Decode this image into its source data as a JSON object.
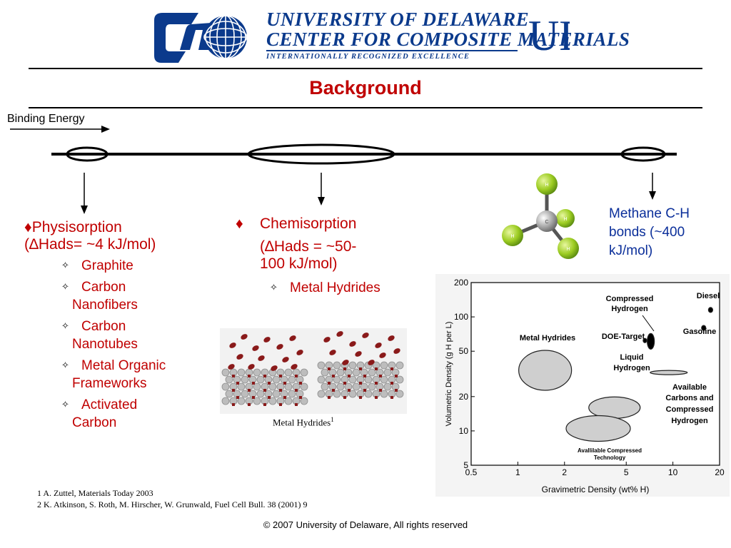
{
  "header": {
    "university_line": "UNIVERSITY OF DELAWARE",
    "center_line": "CENTER FOR COMPOSITE MATERIALS",
    "tagline": "INTERNATIONALLY RECOGNIZED EXCELLENCE",
    "ud_logo": "UD"
  },
  "title": "Background",
  "binding_energy_label": "Binding Energy",
  "physisorption": {
    "bullet": "♦",
    "heading": "Physisorption",
    "subheading": "(∆Hads= ~4 kJ/mol)",
    "items": [
      {
        "line1": "Graphite",
        "line2": ""
      },
      {
        "line1": "Carbon",
        "line2": "Nanofibers"
      },
      {
        "line1": "Carbon",
        "line2": "Nanotubes"
      },
      {
        "line1": "Metal Organic",
        "line2": "Frameworks"
      },
      {
        "line1": "Activated",
        "line2": "Carbon"
      }
    ]
  },
  "chemisorption": {
    "bullet": "♦",
    "heading": "Chemisorption",
    "sub1": "(∆Hads = ~50-",
    "sub2": "100 kJ/mol)",
    "items": [
      "Metal Hydrides"
    ]
  },
  "item_marker": "✧",
  "methane": {
    "line1": "Methane C-H",
    "line2": "bonds (~400",
    "line3": "kJ/mol)",
    "atom_h": "H",
    "atom_c": "C"
  },
  "metal_hydrides_caption": "Metal Hydrides",
  "metal_hydrides_caption_sup": "1",
  "chart_data": {
    "type": "scatter",
    "title": "",
    "xlabel": "Gravimetric Density (wt% H)",
    "ylabel": "Volumetric Density (g H per L)",
    "x_scale": "log",
    "y_scale": "log",
    "xlim": [
      0.5,
      20
    ],
    "ylim": [
      5,
      200
    ],
    "x_ticks": [
      "0.5",
      "1",
      "2",
      "5",
      "10",
      "20"
    ],
    "y_ticks": [
      "200",
      "100",
      "50",
      "20",
      "10",
      "5"
    ],
    "regions": [
      {
        "label": "Metal Hydrides",
        "x": 1.5,
        "y": 34
      },
      {
        "label": "DOE-Target",
        "x": 7.2,
        "y": 61
      },
      {
        "label": "Liquid Hydrogen",
        "x": 9.4,
        "y": 32.5
      },
      {
        "label": "Available Carbons and Compressed Hydrogen",
        "x": 4.2,
        "y": 16
      },
      {
        "label": "Avallilable Compressed Technology",
        "x": 3.3,
        "y": 10.5
      },
      {
        "label": "Compressed Hydrogen",
        "x": 6.6,
        "y": 62
      },
      {
        "label": "Diesel",
        "x": 17.5,
        "y": 115
      },
      {
        "label": "Gasoline",
        "x": 15.8,
        "y": 80
      }
    ],
    "labels": {
      "compressed1": "Compressed",
      "compressed2": "Hydrogen",
      "diesel": "Diesel",
      "doe": "DOE-Target",
      "gasoline": "Gasoline",
      "metal_hydrides": "Metal Hydrides",
      "liquid1": "Liquid",
      "liquid2": "Hydrogen",
      "avail1": "Available",
      "avail2": "Carbons and",
      "avail3": "Compressed",
      "avail4": "Hydrogen",
      "act1": "Avallilable Compressed",
      "act2": "Technology"
    }
  },
  "references": [
    "1 A. Zuttel, Materials Today 2003",
    "2 K. Atkinson, S. Roth, M. Hirscher, W. Grunwald, Fuel Cell Bull. 38 (2001) 9"
  ],
  "copyright": "© 2007  University of Delaware, All rights reserved"
}
